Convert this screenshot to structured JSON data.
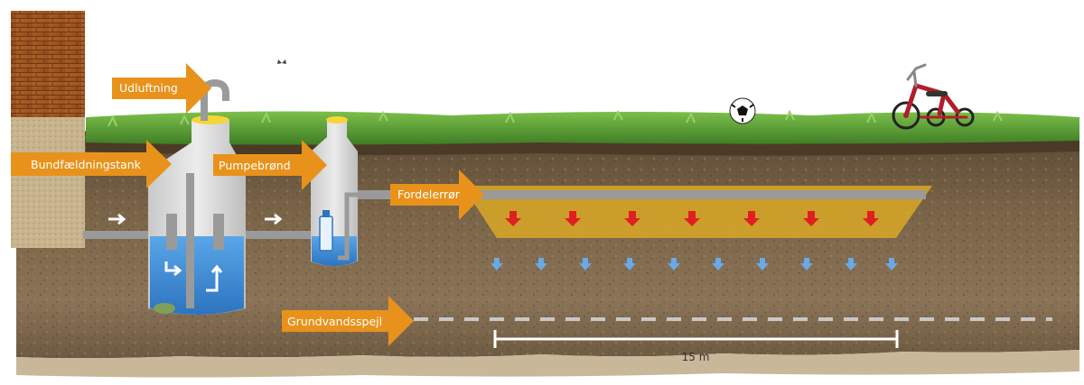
{
  "labels": {
    "venting": "Udluftning",
    "settling_tank": "Bundfældningstank",
    "pump_well": "Pumpebrønd",
    "distribution_pipe": "Fordelerrør",
    "groundwater_level": "Grundvandsspejl"
  },
  "scale": {
    "label": "15 m"
  },
  "colors": {
    "label_arrow": "#e8921c",
    "pipe": "#9a9a9a",
    "water": "#3f8fd6",
    "seepage_down": "#e02020",
    "groundwater_drops": "#6aa9e8",
    "gravel_bed": "#d9a826",
    "lid": "#f5d53a"
  },
  "icons": [
    "flow-arrow-icon",
    "seepage-arrow-icon",
    "groundwater-drop-icon",
    "butterfly-icon",
    "football-icon",
    "tricycle-icon"
  ]
}
